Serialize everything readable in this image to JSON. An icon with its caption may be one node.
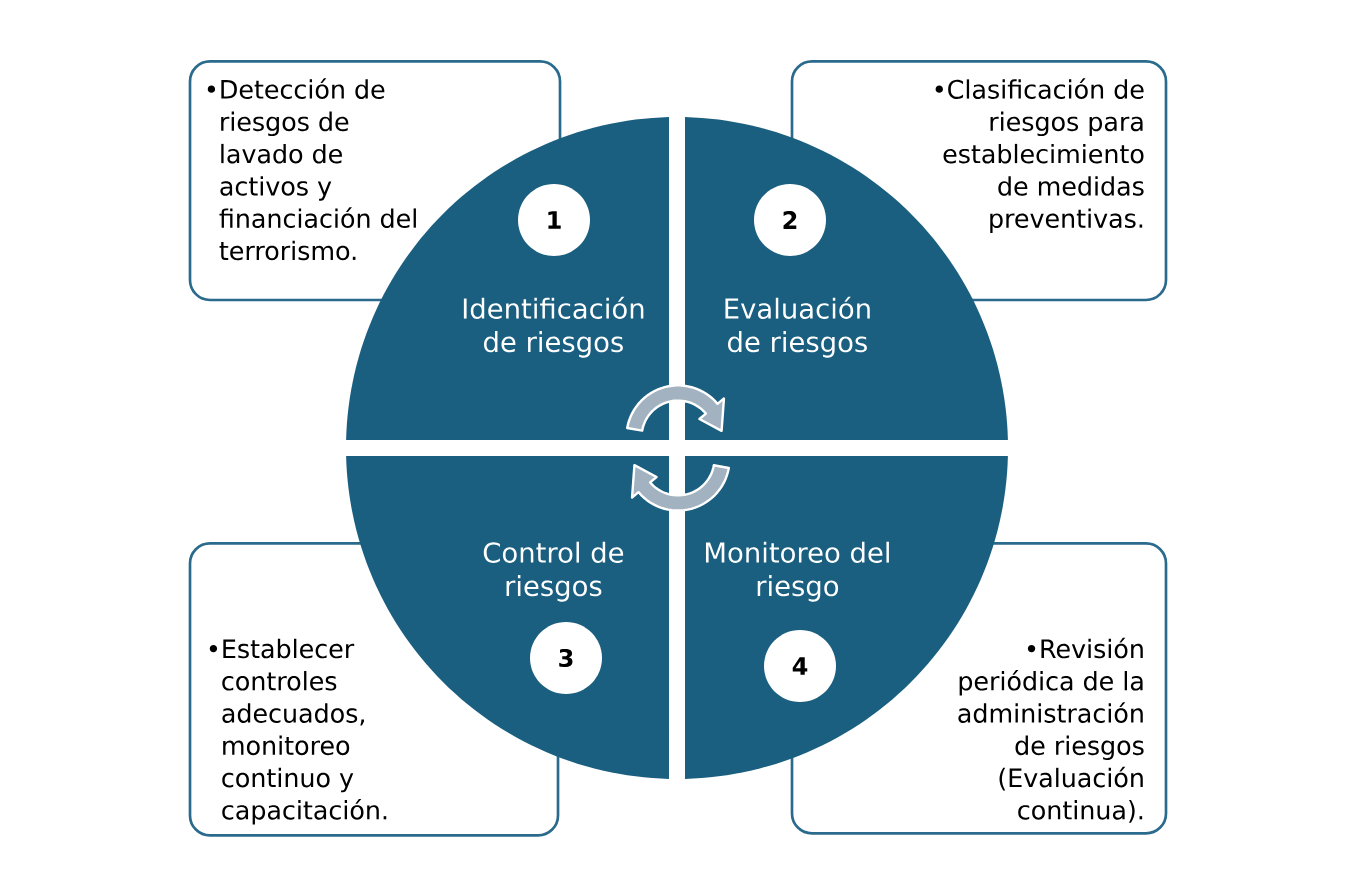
{
  "diagram": {
    "nodes": [
      {
        "text": [
          "Identificación de riesgos"
        ]
      },
      {
        "text": [
          "1"
        ],
        "in": 0
      },
      {
        "text": [
          "Evaluación de riesgos"
        ]
      },
      {
        "text": [
          "2"
        ],
        "in": 2
      },
      {
        "text": [
          "Control de riesgos"
        ]
      },
      {
        "text": [
          "3"
        ],
        "in": 4
      },
      {
        "text": [
          "Monitoreo del riesgo"
        ]
      },
      {
        "text": [
          "4"
        ],
        "in": 6
      },
      {
        "text": [
          "•Detección de riesgos de lavado de activos y financiación del terrorismo."
        ]
      },
      {
        "text": [
          "•Clasificación de riesgos para establecimiento de medidas preventivas."
        ]
      },
      {
        "text": [
          "•Establecer controles adecuados, monitoreo continuo y capacitación."
        ]
      },
      {
        "text": [
          "•Revisión periódica de la administración de riesgos (Evaluación continua)."
        ]
      }
    ]
  }
}
